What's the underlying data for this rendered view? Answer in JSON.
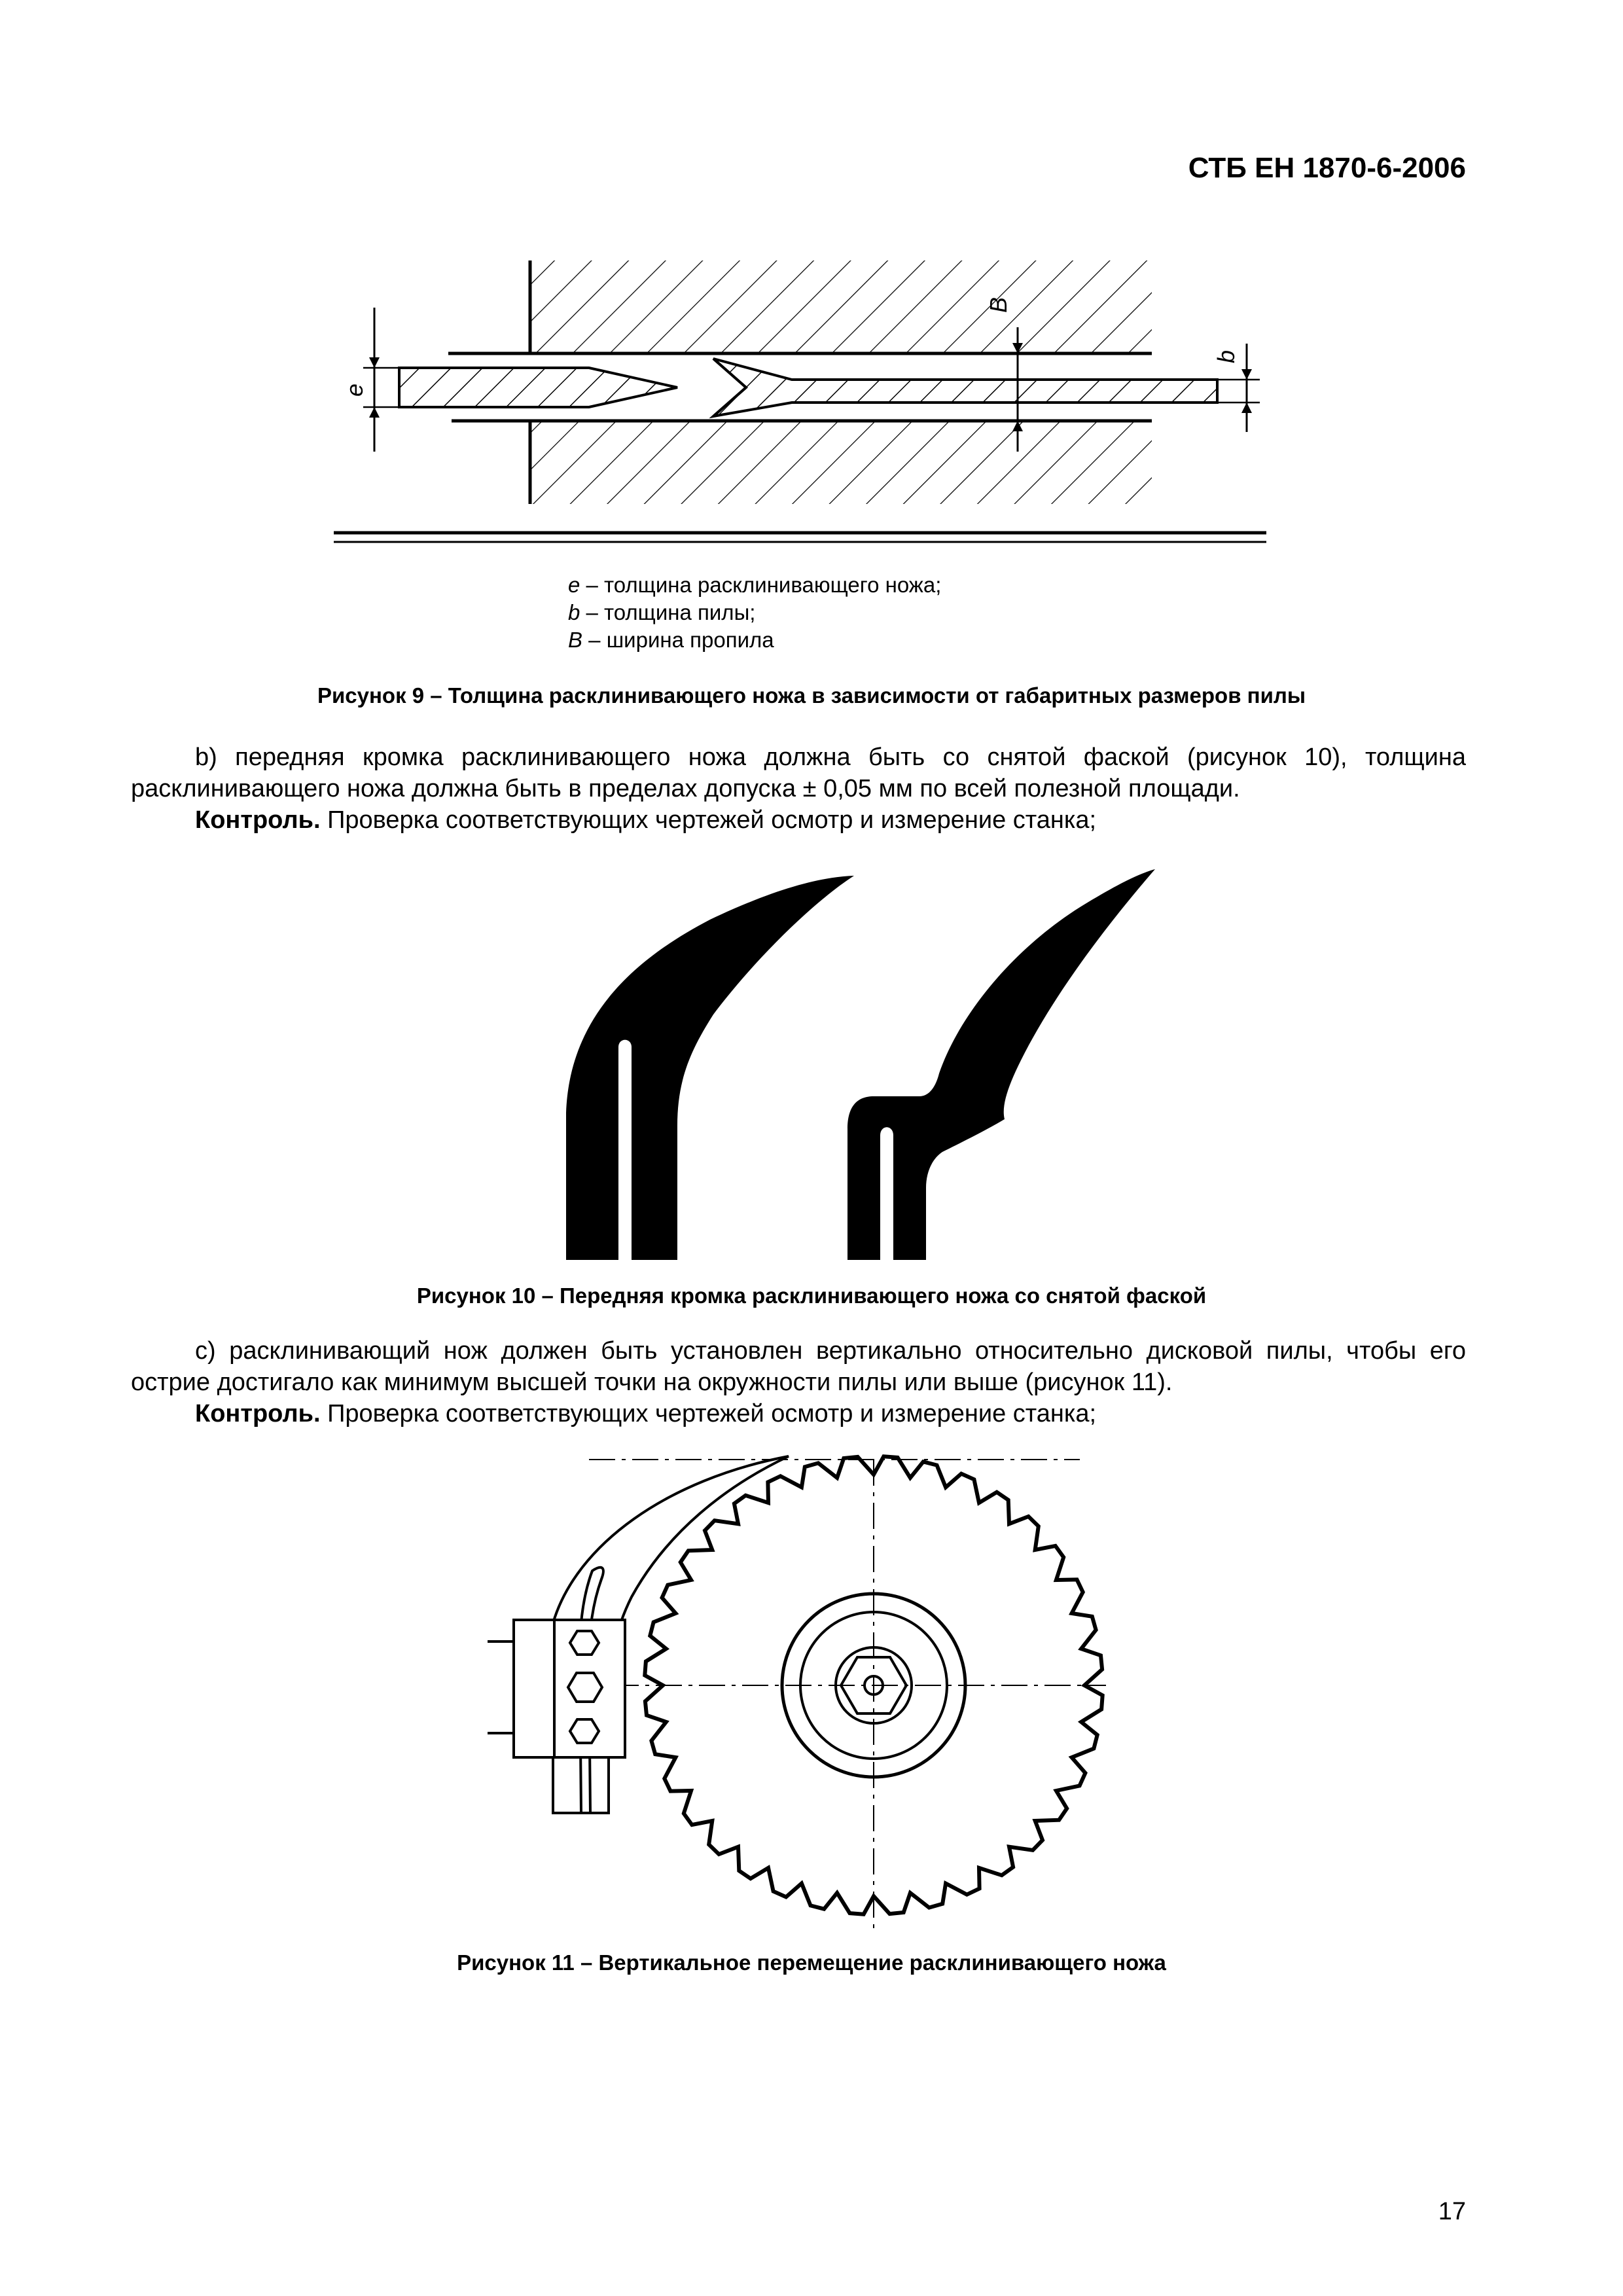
{
  "header": {
    "document_code": "СТБ ЕН 1870-6-2006"
  },
  "figure9": {
    "labels": {
      "e": "e",
      "b": "b",
      "B": "B"
    },
    "legend": [
      {
        "symbol": "e",
        "text": " – толщина расклинивающего ножа;"
      },
      {
        "symbol": "b",
        "text": " – толщина пилы;"
      },
      {
        "symbol": "B",
        "text": " – ширина пропила"
      }
    ],
    "caption": "Рисунок 9 – Толщина расклинивающего ножа в зависимости от габаритных размеров пилы"
  },
  "paragraph_b": {
    "text": "b) передняя кромка расклинивающего ножа должна быть со снятой фаской (рисунок 10), толщина расклинивающего ножа должна быть в пределах допуска ± 0,05 мм по всей полезной площади.",
    "control_label": "Контроль.",
    "control_text": " Проверка соответствующих чертежей осмотр и измерение станка;"
  },
  "figure10": {
    "caption": "Рисунок 10 – Передняя кромка расклинивающего ножа со снятой фаской"
  },
  "paragraph_c": {
    "text": "с) расклинивающий нож должен быть установлен вертикально относительно дисковой пилы, чтобы его острие достигало как минимум высшей точки на окружности пилы или выше (рисунок 11).",
    "control_label": "Контроль.",
    "control_text": " Проверка соответствующих чертежей осмотр и измерение станка;"
  },
  "figure11": {
    "caption": "Рисунок 11 – Вертикальное перемещение расклинивающего ножа"
  },
  "page": {
    "number": "17"
  }
}
